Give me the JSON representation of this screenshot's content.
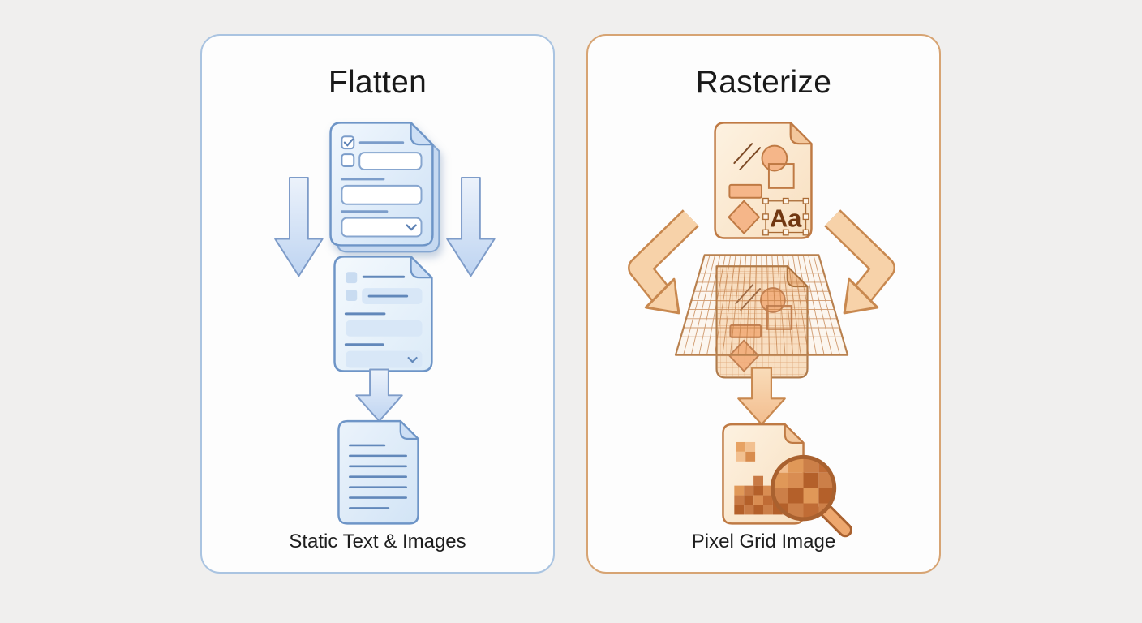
{
  "flatten_panel": {
    "title": "Flatten",
    "caption": "Static Text & Images",
    "icons": [
      "form-document-icon",
      "down-arrow-icon",
      "down-arrow-icon",
      "flattened-form-document-icon",
      "down-arrow-icon",
      "static-text-document-icon"
    ]
  },
  "rasterize_panel": {
    "title": "Rasterize",
    "caption": "Pixel Grid Image",
    "text_sample": "Aa",
    "icons": [
      "vector-graphics-document-icon",
      "bent-arrow-icon",
      "bent-arrow-icon",
      "pixel-grid-plane-icon",
      "down-arrow-icon",
      "raster-image-magnifier-icon"
    ]
  },
  "colors": {
    "page_background": "#f0efee",
    "panel_background": "#fdfdfd",
    "flatten_border": "#aac4e1",
    "flatten_doc_stroke": "#6e95c7",
    "flatten_doc_fill": "#d9e8f8",
    "rasterize_border": "#d7a473",
    "rasterize_doc_stroke": "#bf7a44",
    "rasterize_doc_fill": "#f9e2c6",
    "pixel_dark": "#b4602a",
    "pixel_mid": "#cc7f48",
    "pixel_light": "#f0bc8c",
    "title_color": "#1a1a1a"
  }
}
